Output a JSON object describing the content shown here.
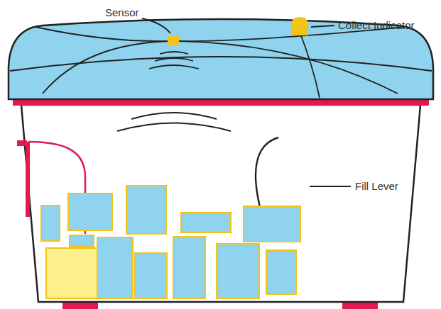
{
  "diagram": {
    "labels": [
      "Sensor",
      "Collect Indicator",
      "Fill Lever"
    ]
  }
}
